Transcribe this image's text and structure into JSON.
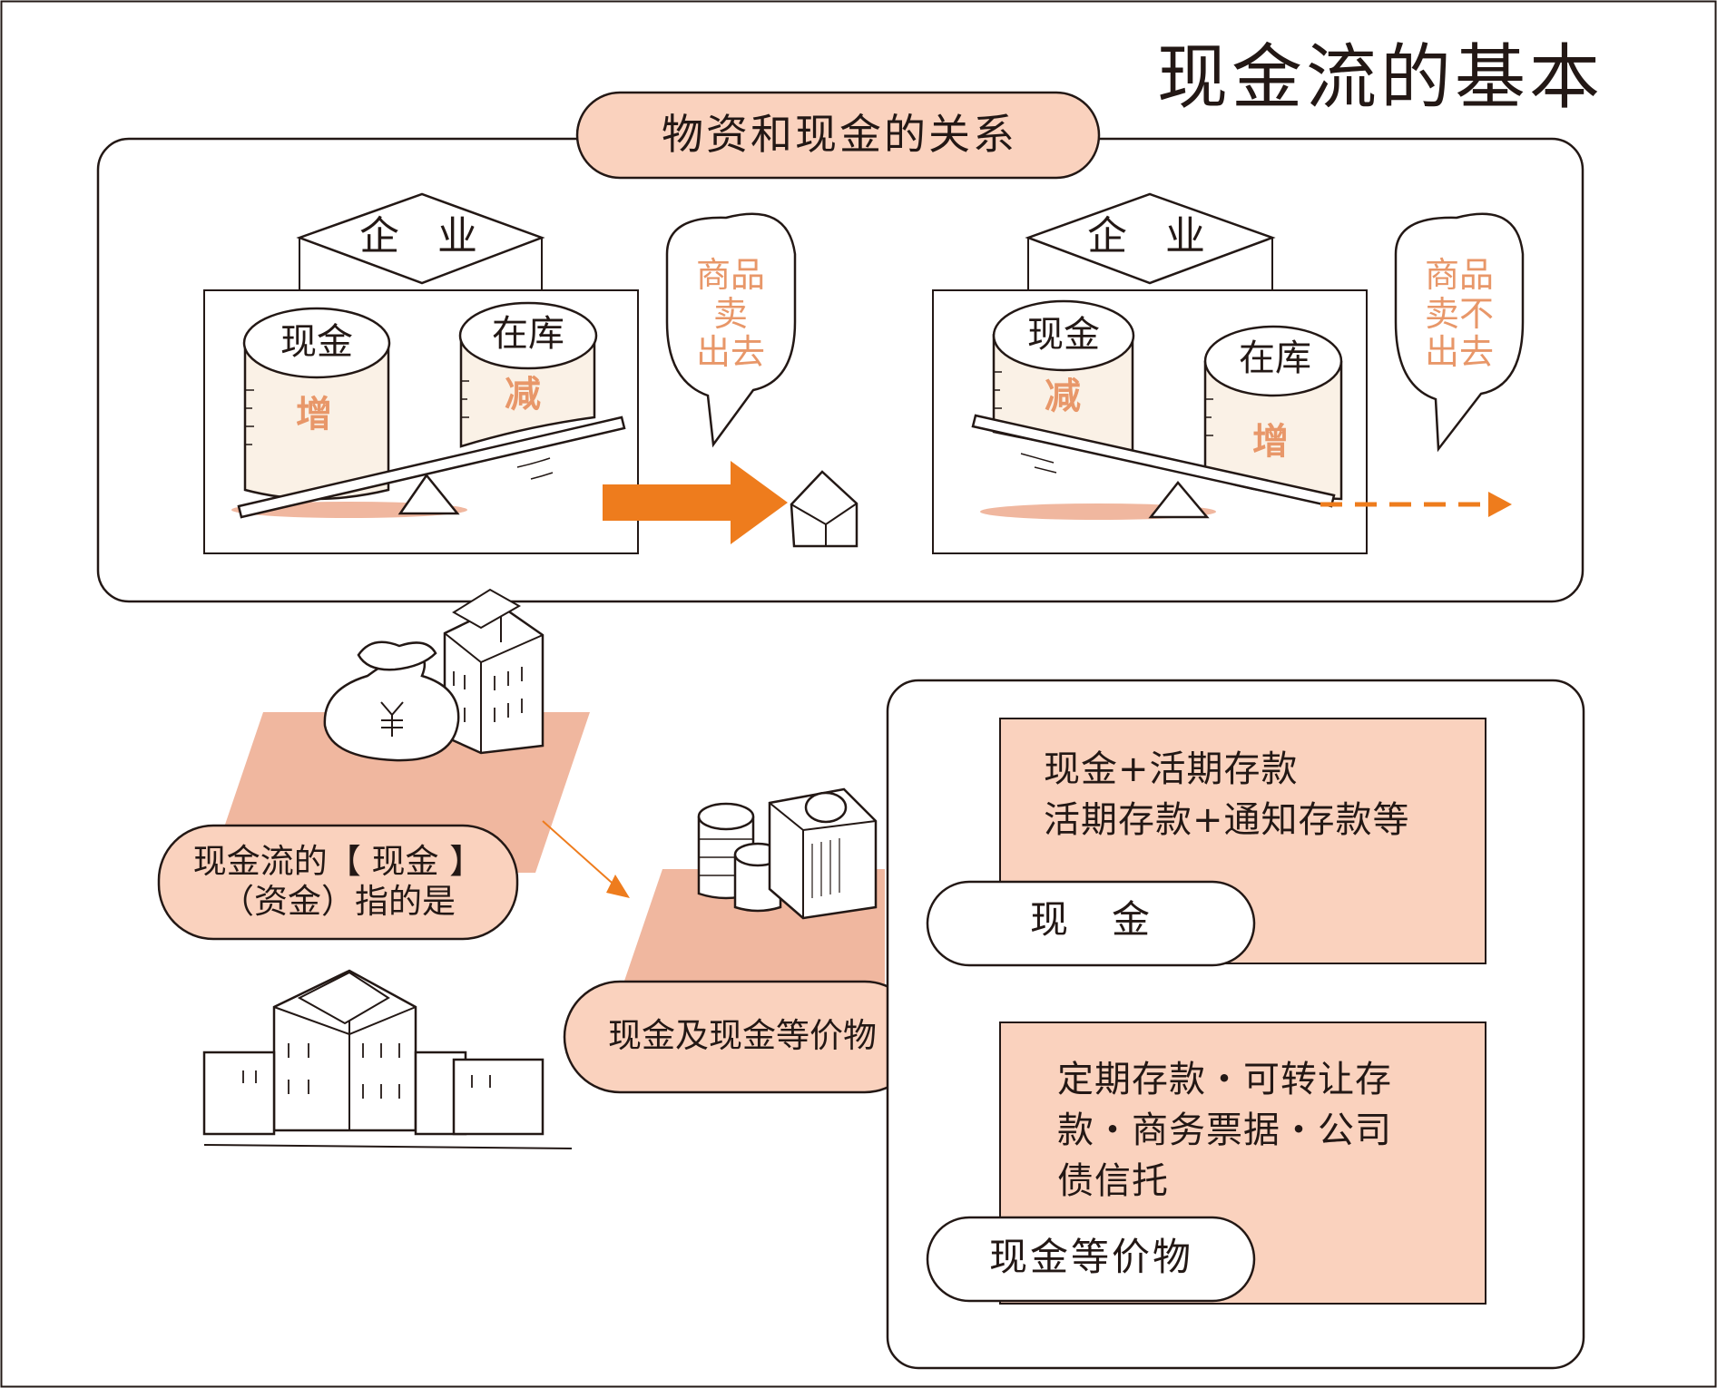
{
  "page_title": "现金流的基本",
  "section": {
    "heading": "物资和现金的关系",
    "left_scene": {
      "company": "企 业",
      "cash_can": "现金",
      "cash_change": "增",
      "stock_can": "在库",
      "stock_change": "减",
      "bubble_lines": [
        "商品",
        "卖",
        "出去"
      ]
    },
    "right_scene": {
      "company": "企 业",
      "cash_can": "现金",
      "cash_change": "减",
      "stock_can": "在库",
      "stock_change": "增",
      "bubble_lines": [
        "商品",
        "卖不",
        "出去"
      ]
    }
  },
  "question_pill": {
    "line1": "现金流的【 现金 】",
    "line2": "（资金）指的是"
  },
  "answer_pill": "现金及现金等价物",
  "definitions": {
    "cash": {
      "tag": "现　金",
      "lines": [
        "现金+活期存款",
        "活期存款+通知存款等"
      ]
    },
    "equivalents": {
      "tag": "现金等价物",
      "lines": [
        "定期存款・可转让存",
        "款・商务票据・公司",
        "债信托"
      ]
    }
  },
  "colors": {
    "accent_orange": "#EE7C1D",
    "peach_fill": "#FAD2BE",
    "salmon_fill": "#EDAA8E",
    "label_orange": "#E89769",
    "cream_fill": "#FAF1E6",
    "ink": "#231815"
  },
  "icons": [
    "seesaw-icon",
    "goods-box-icon",
    "money-bag-icon",
    "building-icon",
    "coin-stack-icon",
    "banknote-bundle-icon",
    "city-buildings-icon"
  ]
}
